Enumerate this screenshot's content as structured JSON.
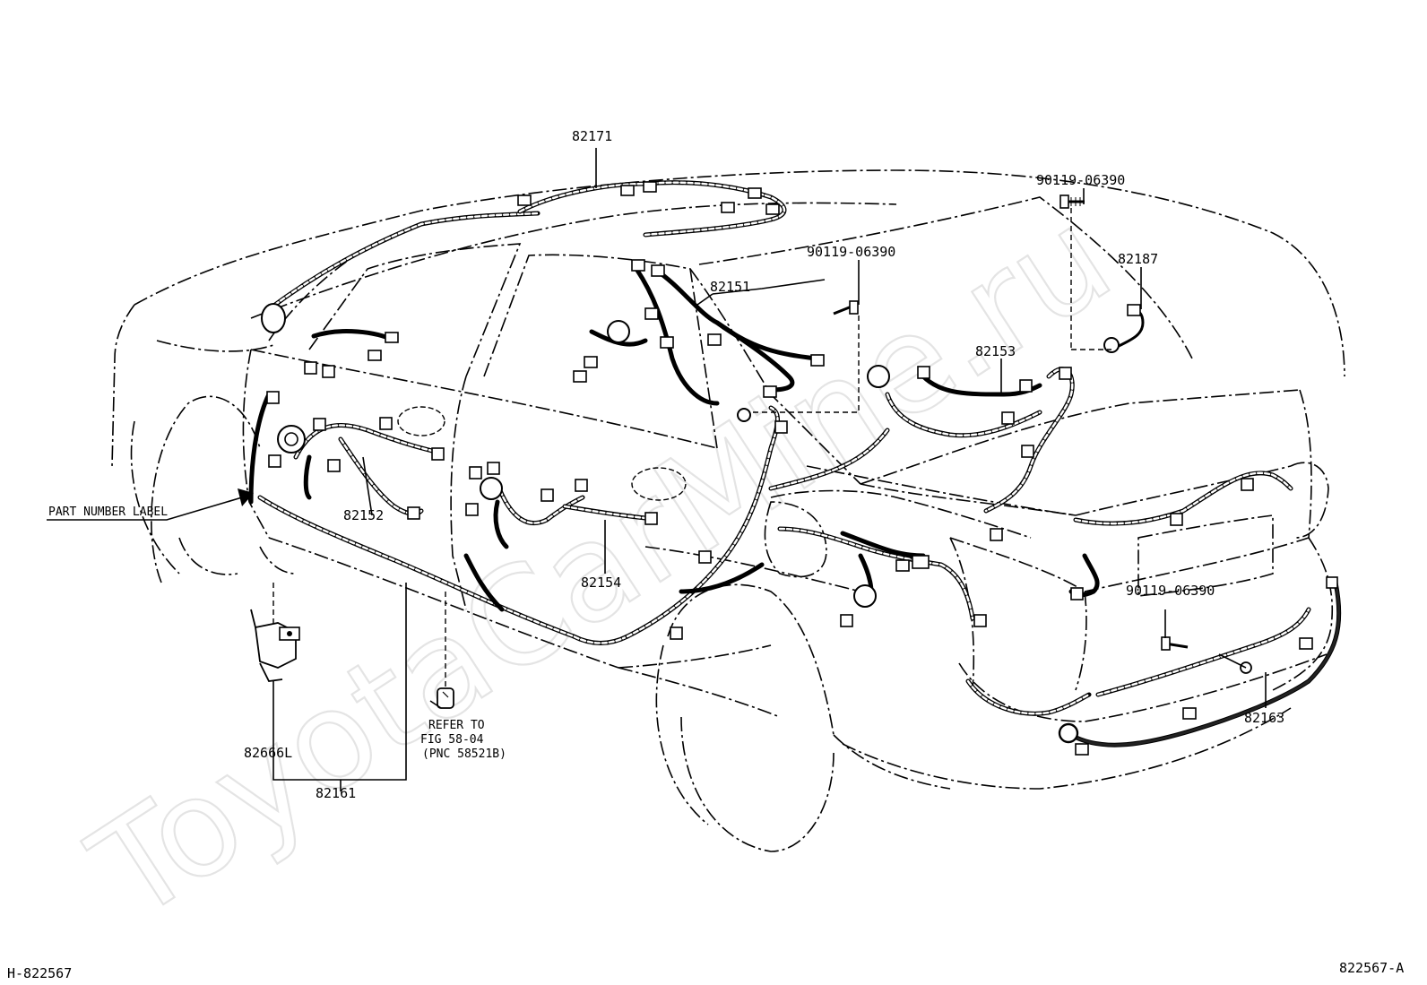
{
  "diagram": {
    "watermark": "ToyotaCarMine.ru",
    "figure_code_left": "H-822567",
    "figure_code_right": "822567-A",
    "part_number_label": "PART NUMBER LABEL",
    "refer_note": {
      "line1": "REFER TO",
      "line2": "FIG 58-04",
      "line3": "(PNC 58521B)"
    },
    "callouts": {
      "p82171": "82171",
      "p82151": "82151",
      "p90119_top": "90119-06390",
      "p90119_mid": "90119-06390",
      "p90119_rear": "90119-06390",
      "p82187": "82187",
      "p82153": "82153",
      "p82152": "82152",
      "p82154": "82154",
      "p82666L": "82666L",
      "p82161": "82161",
      "p82163": "82163"
    }
  }
}
